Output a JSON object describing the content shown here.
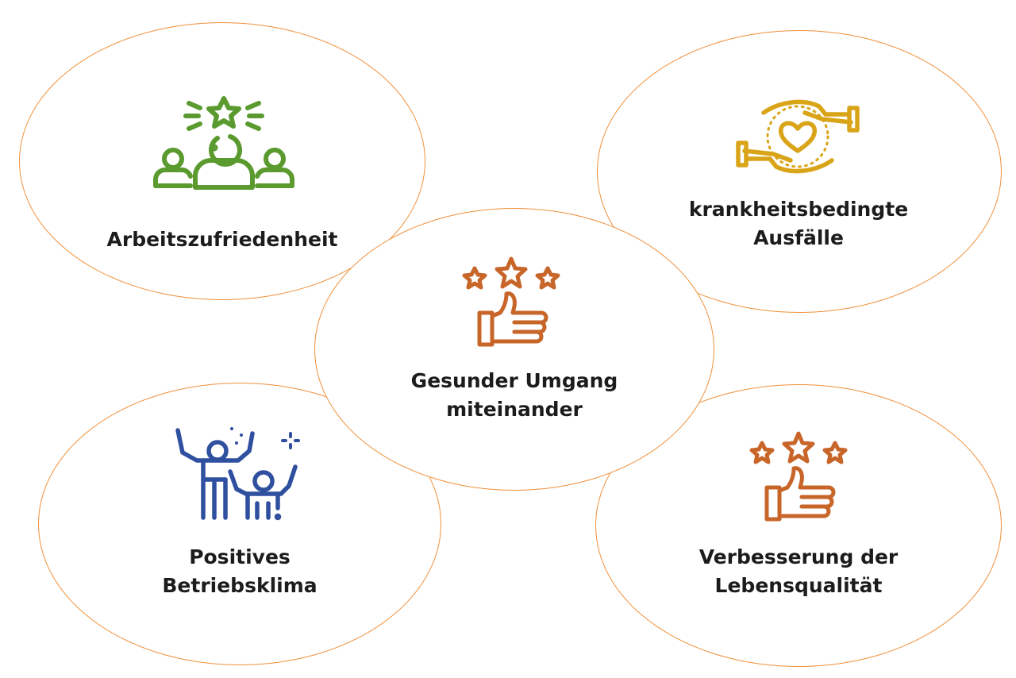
{
  "colors": {
    "outline": "#f0903a",
    "green": "#5a9a2f",
    "gold": "#d9a418",
    "blue": "#2f4f9f",
    "rust": "#c8662a",
    "text": "#1c1c1c"
  },
  "nodes": [
    {
      "id": "arbeitszufriedenheit",
      "icon": "team-star-icon",
      "lines": [
        "Arbeitszufriedenheit"
      ]
    },
    {
      "id": "krankheitsbedingte-ausfaelle",
      "icon": "hands-heart-icon",
      "lines": [
        "krankheitsbedingte",
        "Ausfälle"
      ]
    },
    {
      "id": "positives-betriebsklima",
      "icon": "celebrating-people-icon",
      "lines": [
        "Positives",
        "Betriebsklima"
      ]
    },
    {
      "id": "verbesserung-lebensqualitaet",
      "icon": "thumbs-up-stars-icon",
      "lines": [
        "Verbesserung der",
        "Lebensqualität"
      ]
    },
    {
      "id": "gesunder-umgang",
      "icon": "thumbs-up-stars-icon",
      "lines": [
        "Gesunder Umgang",
        "miteinander"
      ]
    }
  ]
}
